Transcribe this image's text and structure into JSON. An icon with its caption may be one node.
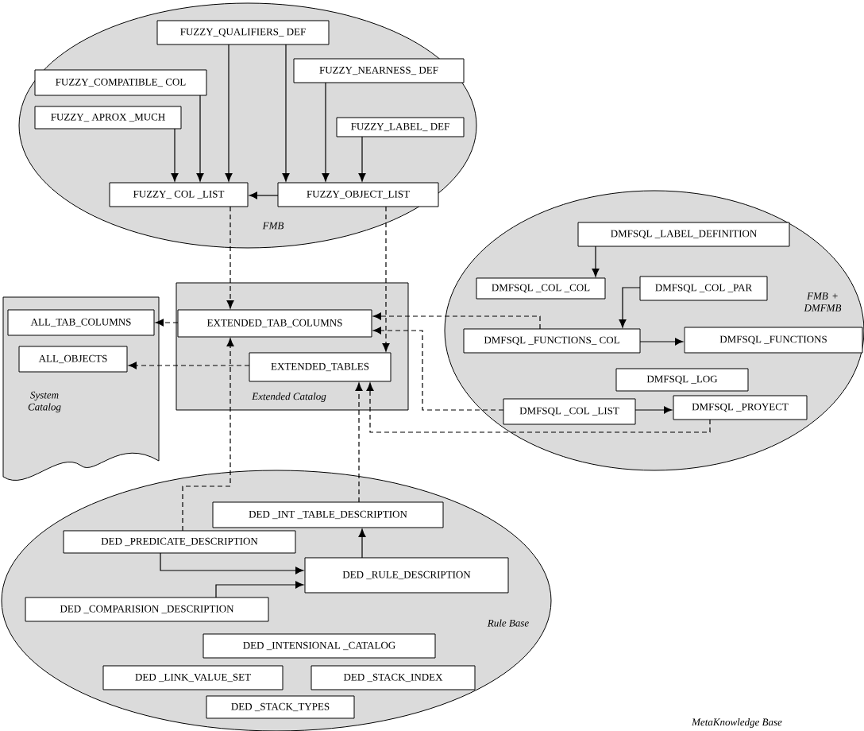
{
  "diagram": {
    "nodes": [
      {
        "text": [
          "FMB"
        ]
      },
      {
        "text": [
          "FUZZY_QUALIFIERS_ DEF"
        ],
        "in": 0
      },
      {
        "text": [
          "FUZZY_COMPATIBLE_ COL"
        ],
        "in": 0
      },
      {
        "text": [
          "FUZZY_NEARNESS_ DEF"
        ],
        "in": 0
      },
      {
        "text": [
          "FUZZY_ APROX _MUCH"
        ],
        "in": 0
      },
      {
        "text": [
          "FUZZY_LABEL_ DEF"
        ],
        "in": 0
      },
      {
        "text": [
          "FUZZY_ COL _LIST"
        ],
        "in": 0
      },
      {
        "text": [
          "FUZZY_OBJECT_LIST"
        ],
        "in": 0
      },
      {
        "text": [
          "System Catalog"
        ]
      },
      {
        "text": [
          "ALL_TAB_COLUMNS"
        ],
        "in": 8
      },
      {
        "text": [
          "ALL_OBJECTS"
        ],
        "in": 8
      },
      {
        "text": [
          "Extended Catalog"
        ]
      },
      {
        "text": [
          "EXTENDED_TAB_COLUMNS"
        ],
        "in": 11
      },
      {
        "text": [
          "EXTENDED_TABLES"
        ],
        "in": 11
      },
      {
        "text": [
          "FMB + DMFMB"
        ]
      },
      {
        "text": [
          "DMFSQL _LABEL_DEFINITION"
        ],
        "in": 14
      },
      {
        "text": [
          "DMFSQL _COL _COL"
        ],
        "in": 14
      },
      {
        "text": [
          "DMFSQL _COL _PAR"
        ],
        "in": 14
      },
      {
        "text": [
          "DMFSQL _FUNCTIONS_ COL"
        ],
        "in": 14
      },
      {
        "text": [
          "DMFSQL _FUNCTIONS"
        ],
        "in": 14
      },
      {
        "text": [
          "DMFSQL _LOG"
        ],
        "in": 14
      },
      {
        "text": [
          "DMFSQL _COL _LIST"
        ],
        "in": 14
      },
      {
        "text": [
          "DMFSQL _PROYECT"
        ],
        "in": 14
      },
      {
        "text": [
          "Rule Base"
        ]
      },
      {
        "text": [
          "DED _INT _TABLE_DESCRIPTION"
        ],
        "in": 23
      },
      {
        "text": [
          "DED _PREDICATE_DESCRIPTION"
        ],
        "in": 23
      },
      {
        "text": [
          "DED _RULE_DESCRIPTION"
        ],
        "in": 23
      },
      {
        "text": [
          "DED _COMPARISION _DESCRIPTION"
        ],
        "in": 23
      },
      {
        "text": [
          "DED _INTENSIONAL _CATALOG"
        ],
        "in": 23
      },
      {
        "text": [
          "DED _LINK_VALUE_SET"
        ],
        "in": 23
      },
      {
        "text": [
          "DED _STACK_INDEX"
        ],
        "in": 23
      },
      {
        "text": [
          "DED _STACK_TYPES"
        ],
        "in": 23
      }
    ],
    "edges": [
      {
        "from": 4,
        "to": 6,
        "arrow": "to"
      },
      {
        "from": 2,
        "to": 6,
        "arrow": "to"
      },
      {
        "from": 1,
        "to": 6,
        "arrow": "to"
      },
      {
        "from": 1,
        "to": 7,
        "arrow": "to"
      },
      {
        "from": 3,
        "to": 7,
        "arrow": "to"
      },
      {
        "from": 5,
        "to": 7,
        "arrow": "to"
      },
      {
        "from": 7,
        "to": 6,
        "arrow": "to"
      },
      {
        "from": 6,
        "to": 12,
        "arrow": "to",
        "style": "dashed"
      },
      {
        "from": 7,
        "to": 13,
        "arrow": "to",
        "style": "dashed"
      },
      {
        "from": 12,
        "to": 9,
        "arrow": "to",
        "style": "dashed"
      },
      {
        "from": 13,
        "to": 10,
        "arrow": "to",
        "style": "dashed"
      },
      {
        "from": 25,
        "to": 12,
        "arrow": "to",
        "style": "dashed"
      },
      {
        "from": 24,
        "to": 13,
        "arrow": "to",
        "style": "dashed"
      },
      {
        "from": 18,
        "to": 12,
        "arrow": "to",
        "style": "dashed"
      },
      {
        "from": 21,
        "to": 12,
        "arrow": "to",
        "style": "dashed"
      },
      {
        "from": 22,
        "to": 13,
        "arrow": "to",
        "style": "dashed"
      },
      {
        "from": 15,
        "to": 16,
        "arrow": "to"
      },
      {
        "from": 17,
        "to": 18,
        "arrow": "to"
      },
      {
        "from": 18,
        "to": 19,
        "arrow": "to"
      },
      {
        "from": 21,
        "to": 22,
        "arrow": "to"
      },
      {
        "from": 25,
        "to": 26,
        "arrow": "to"
      },
      {
        "from": 27,
        "to": 26,
        "arrow": "to"
      },
      {
        "from": 26,
        "to": 24,
        "arrow": "to"
      }
    ],
    "labels": [
      "MetaKnowledge Base"
    ]
  }
}
